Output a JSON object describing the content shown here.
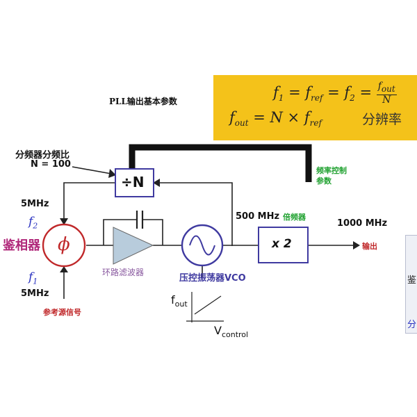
{
  "title": "PLL输出基本参数",
  "formula": {
    "line1_html": "f<sub>1</sub> = f<sub>ref</sub> = f<sub>2</sub> = ",
    "frac_num_html": "f<sub>out</sub>",
    "frac_den": "N",
    "line2_html": "f<sub>out</sub> = N × f<sub>ref</sub>",
    "resolution_label": "分辨率",
    "box_color": "#f4c21a"
  },
  "divider": {
    "ratio_label": "分频器分频比",
    "ratio_value": "N = 100",
    "symbol": "÷N"
  },
  "freq_control_label": [
    "频率控制",
    "参数"
  ],
  "phase_detector": {
    "top_freq": "5MHz",
    "f2_label": "f",
    "f2_sub": "2",
    "name": "鉴相器",
    "symbol": "ϕ",
    "f1_label": "f",
    "f1_sub": "1",
    "bottom_freq": "5MHz",
    "ref_label": "参考源信号"
  },
  "loop_filter_label": "环路滤波器",
  "vco": {
    "label": "压控振荡器VCO",
    "output_freq": "500 MHz"
  },
  "multiplier": {
    "label": "倍频器",
    "symbol": "x 2",
    "output_freq": "1000 MHz"
  },
  "output_label": "输出",
  "vco_curve": {
    "y_label": "f",
    "y_sub": "out",
    "x_label": "V",
    "x_sub": "control"
  },
  "side_panel_chars": [
    "鉴",
    "分"
  ],
  "colors": {
    "circuit_blue": "#3f3aa0",
    "amplifier_fill": "#b8ccdc",
    "detector_red": "#c0282a",
    "name_magenta": "#b0287a",
    "label_green": "#22a232",
    "f_label_blue": "#2a32c0"
  }
}
